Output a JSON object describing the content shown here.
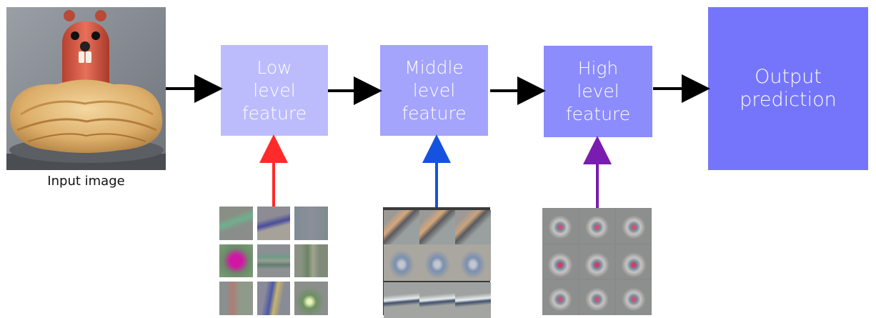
{
  "diagram": {
    "input_caption": "Input image",
    "boxes": {
      "low": "Low\nlevel\nfeature",
      "middle": "Middle\nlevel\nfeature",
      "high": "High\nlevel\nfeature",
      "output": "Output\nprediction"
    },
    "colors": {
      "low_box": "#bcbcfd",
      "middle_box": "#a4a4fd",
      "high_box": "#8c8cfd",
      "output_box": "#7575fc",
      "low_arrow": "#ff2a2a",
      "middle_arrow": "#1652e0",
      "high_arrow": "#7a1cb0",
      "flow_arrow": "#000000"
    }
  }
}
